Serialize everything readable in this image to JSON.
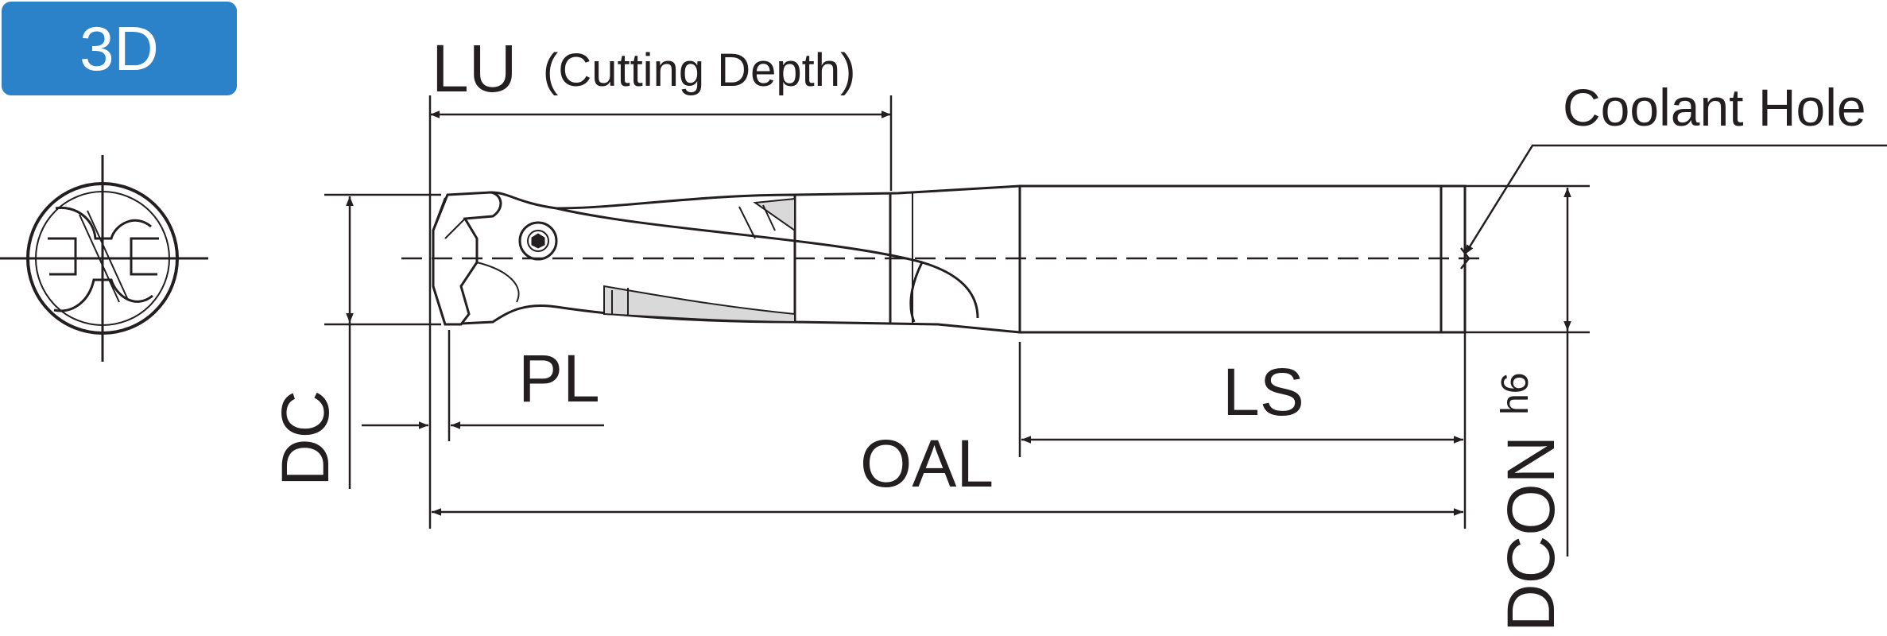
{
  "badge": {
    "label": "3D",
    "color": "#2b82c8"
  },
  "labels": {
    "lu": "LU",
    "lu_note": "(Cutting Depth)",
    "coolant": "Coolant Hole",
    "pl": "PL",
    "ls": "LS",
    "oal": "OAL",
    "dc": "DC",
    "dcon": "DCON",
    "dcon_tol": "h6"
  },
  "colors": {
    "line": "#231f20",
    "body": "#ffffff",
    "shade": "#d9d9d9"
  }
}
